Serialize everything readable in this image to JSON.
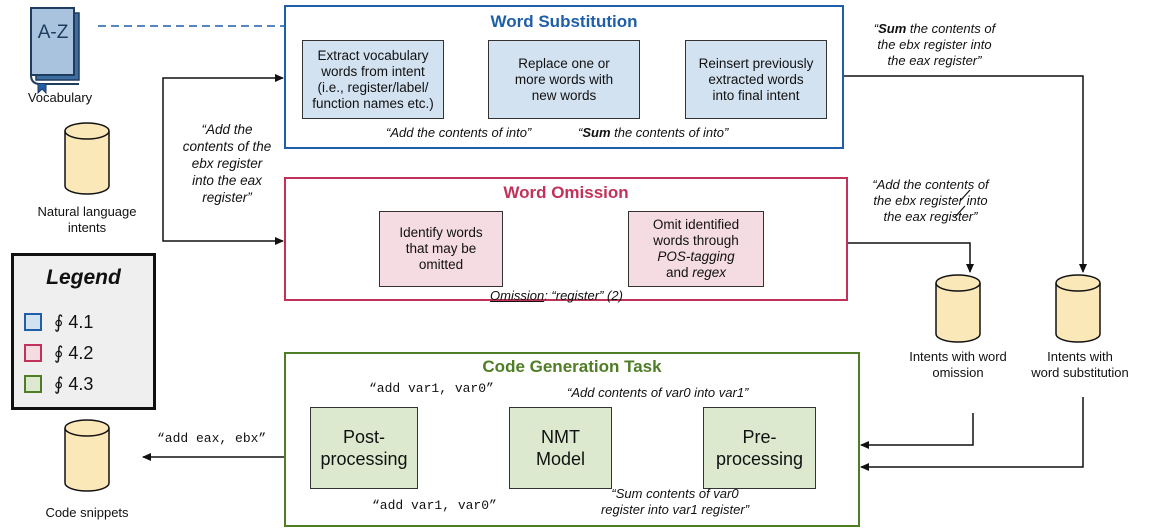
{
  "colors": {
    "blue": "#1f5ea8",
    "pink": "#c0325a",
    "green": "#4f7d25",
    "blue_fill": "#d3e2f1",
    "pink_fill": "#f5dbe2",
    "green_fill": "#dde9cf",
    "cyl_fill": "#fbe8b8"
  },
  "vocabulary": {
    "book_text": "A-Z",
    "label": "Vocabulary"
  },
  "intents_db": {
    "label_line1": "Natural language",
    "label_line2": "intents"
  },
  "input_quote": [
    "“Add the",
    "contents of the",
    "ebx register",
    "into the eax",
    "register”"
  ],
  "word_substitution": {
    "title": "Word Substitution",
    "steps": [
      "Extract vocabulary words from intent (i.e., register/label/ function names etc.)",
      "Replace one or more words with new words",
      "Reinsert previously extracted words into final intent"
    ],
    "quote_left": "“Add the contents of into”",
    "quote_right_bold": "Sum",
    "quote_right_rest": " the contents of into”",
    "quote_right_open": "“"
  },
  "sub_output_quote": {
    "open": "“",
    "bold": "Sum",
    "line1_rest": " the contents of",
    "line2": "the ebx register into",
    "line3": "the eax register”"
  },
  "word_omission": {
    "title": "Word Omission",
    "steps": [
      "Identify words that may be omitted"
    ],
    "step2_line1": "Omit identified",
    "step2_line2": "words through",
    "step2_line3": "POS-tagging",
    "step2_line4_pre": "and ",
    "step2_line4_em": "regex",
    "note_under": "Omission",
    "note_rest": ": “register” (2)"
  },
  "omission_output_quote": {
    "line1": "“Add the contents of",
    "line2": "the ebx register into",
    "line3": "the eax register”"
  },
  "intents_omission": {
    "line1": "Intents with word",
    "line2": "omission"
  },
  "intents_substitution": {
    "line1": "Intents with",
    "line2": "word substitution"
  },
  "legend": {
    "title": "Legend",
    "items": [
      {
        "label": "∮ 4.1",
        "color": "#1f5ea8",
        "fill": "#d3e2f1"
      },
      {
        "label": "∮ 4.2",
        "color": "#c0325a",
        "fill": "#f5dbe2"
      },
      {
        "label": "∮ 4.3",
        "color": "#4f7d25",
        "fill": "#dde9cf"
      }
    ]
  },
  "code_generation": {
    "title": "Code Generation Task",
    "post": "Post-processing",
    "nmt": "NMT Model",
    "pre": "Pre-processing",
    "top_mono": "“add var1, var0”",
    "top_quote": "“Add contents of var0 into var1”",
    "bottom_mono": "“add var1, var0”",
    "bottom_quote_line1": "“Sum contents of var0",
    "bottom_quote_line2": "register into var1 register”"
  },
  "code_snippets": {
    "label": "Code snippets",
    "mono": "“add eax, ebx”"
  }
}
